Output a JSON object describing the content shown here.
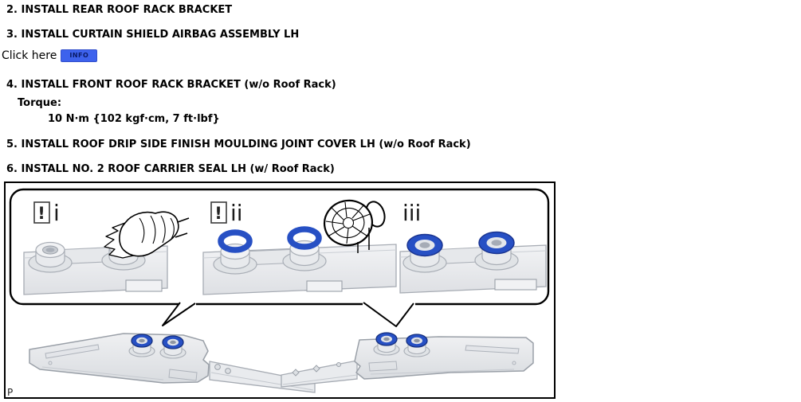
{
  "steps": [
    {
      "label": "2. INSTALL REAR ROOF RACK BRACKET"
    },
    {
      "label": "3. INSTALL CURTAIN SHIELD AIRBAG ASSEMBLY LH"
    },
    {
      "label": "4. INSTALL FRONT ROOF RACK BRACKET (w/o Roof Rack)"
    },
    {
      "label": "5. INSTALL ROOF DRIP SIDE FINISH MOULDING JOINT COVER LH (w/o Roof Rack)"
    },
    {
      "label": "6. INSTALL NO. 2 ROOF CARRIER SEAL LH (w/ Roof Rack)"
    }
  ],
  "info": {
    "prompt": "Click here",
    "button_label": "INFO"
  },
  "torque": {
    "heading": "Torque:",
    "value": "10 N·m {102 kgf·cm, 7 ft·lbf}"
  },
  "figure": {
    "panels": [
      {
        "attention_mark": "!",
        "numeral": "i"
      },
      {
        "attention_mark": "!",
        "numeral": "ii"
      },
      {
        "numeral": "iii"
      }
    ],
    "page_marker": "P"
  },
  "colors": {
    "seal_blue": "#2750C4",
    "info_button_bg": "#3D62ED"
  }
}
